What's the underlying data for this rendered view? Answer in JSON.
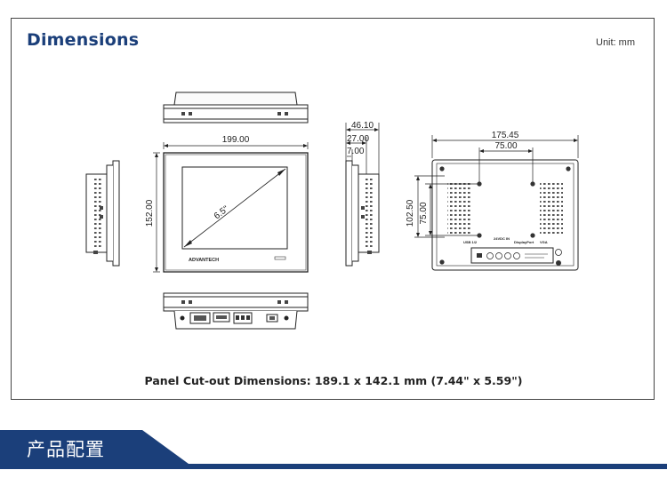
{
  "header": {
    "title": "Dimensions",
    "unit": "Unit: mm"
  },
  "dimensions": {
    "front_width": "199.00",
    "front_height": "152.00",
    "diagonal": "6.5\"",
    "brand": "ADVANTECH",
    "side_depth": "46.10",
    "side_depth_inner": "27.00",
    "side_bezel": "7.00",
    "rear_width": "175.45",
    "rear_mount_width": "75.00",
    "rear_height": "102.50",
    "rear_mount_height": "75.00"
  },
  "rear_labels": {
    "usb": "USB 1/2",
    "power": "24VDC IN",
    "displayport": "DisplayPort",
    "vga": "VGA"
  },
  "caption": "Panel Cut-out Dimensions: 189.1 x 142.1 mm (7.44\" x 5.59\")",
  "footer": {
    "title": "产品配置"
  },
  "colors": {
    "title": "#1b3f7a",
    "footer_band": "#1b3f7a"
  }
}
